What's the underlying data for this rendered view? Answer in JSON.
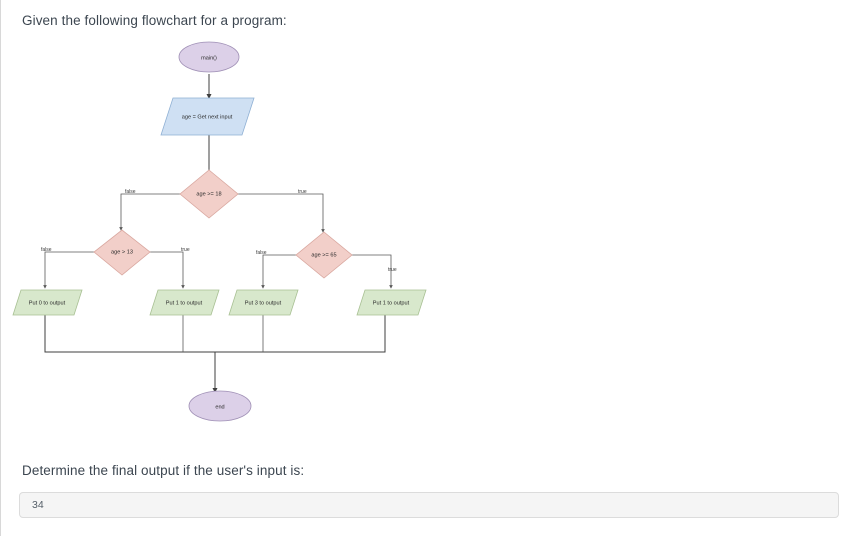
{
  "question": {
    "prompt_top": "Given the following flowchart for a program:",
    "prompt_bottom": "Determine the final output if the user's input is:",
    "answer_value": "34",
    "answer_placeholder": ""
  },
  "flowchart": {
    "nodes": {
      "start": {
        "label": "main()",
        "type": "terminal"
      },
      "input": {
        "label": "age = Get next input",
        "type": "io"
      },
      "decision_18": {
        "label": "age >= 18",
        "type": "decision"
      },
      "decision_13": {
        "label": "age > 13",
        "type": "decision"
      },
      "decision_65": {
        "label": "age >= 65",
        "type": "decision"
      },
      "output_0": {
        "label": "Put 0 to output",
        "type": "output"
      },
      "output_1a": {
        "label": "Put 1 to output",
        "type": "output"
      },
      "output_3": {
        "label": "Put 3 to output",
        "type": "output"
      },
      "output_1b": {
        "label": "Put 1 to output",
        "type": "output"
      },
      "end": {
        "label": "end",
        "type": "terminal"
      }
    },
    "edge_labels": {
      "d18_false": "false",
      "d18_true": "true",
      "d13_false": "false",
      "d13_true": "true",
      "d65_false": "false",
      "d65_true": "true"
    },
    "colors": {
      "terminal_fill": "#dcd0e8",
      "terminal_stroke": "#9f8fb5",
      "io_fill": "#cfe0f3",
      "io_stroke": "#8fb0d4",
      "decision_fill": "#f2cfc9",
      "decision_stroke": "#d9a79f",
      "output_fill": "#d8e8cc",
      "output_stroke": "#a8c093",
      "connector": "#3f3f3f"
    }
  }
}
